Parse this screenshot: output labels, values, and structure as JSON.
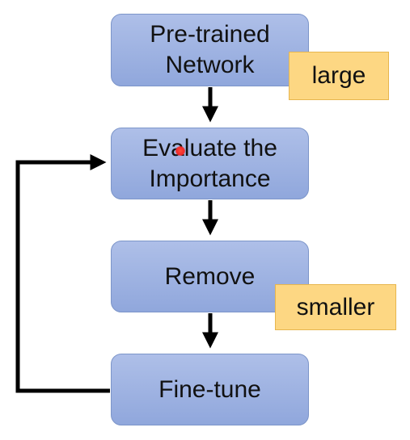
{
  "steps": {
    "pretrained": "Pre-trained\nNetwork",
    "evaluate": "Evaluate the\nImportance",
    "remove": "Remove",
    "finetune": "Fine-tune"
  },
  "tags": {
    "large": "large",
    "smaller": "smaller"
  },
  "colors": {
    "box_fill": "#9cb2e2",
    "box_border": "#7c95c9",
    "tag_fill": "#fdd783",
    "tag_border": "#e7b64e",
    "arrow": "#000000",
    "pointer": "#ef2a2a"
  }
}
